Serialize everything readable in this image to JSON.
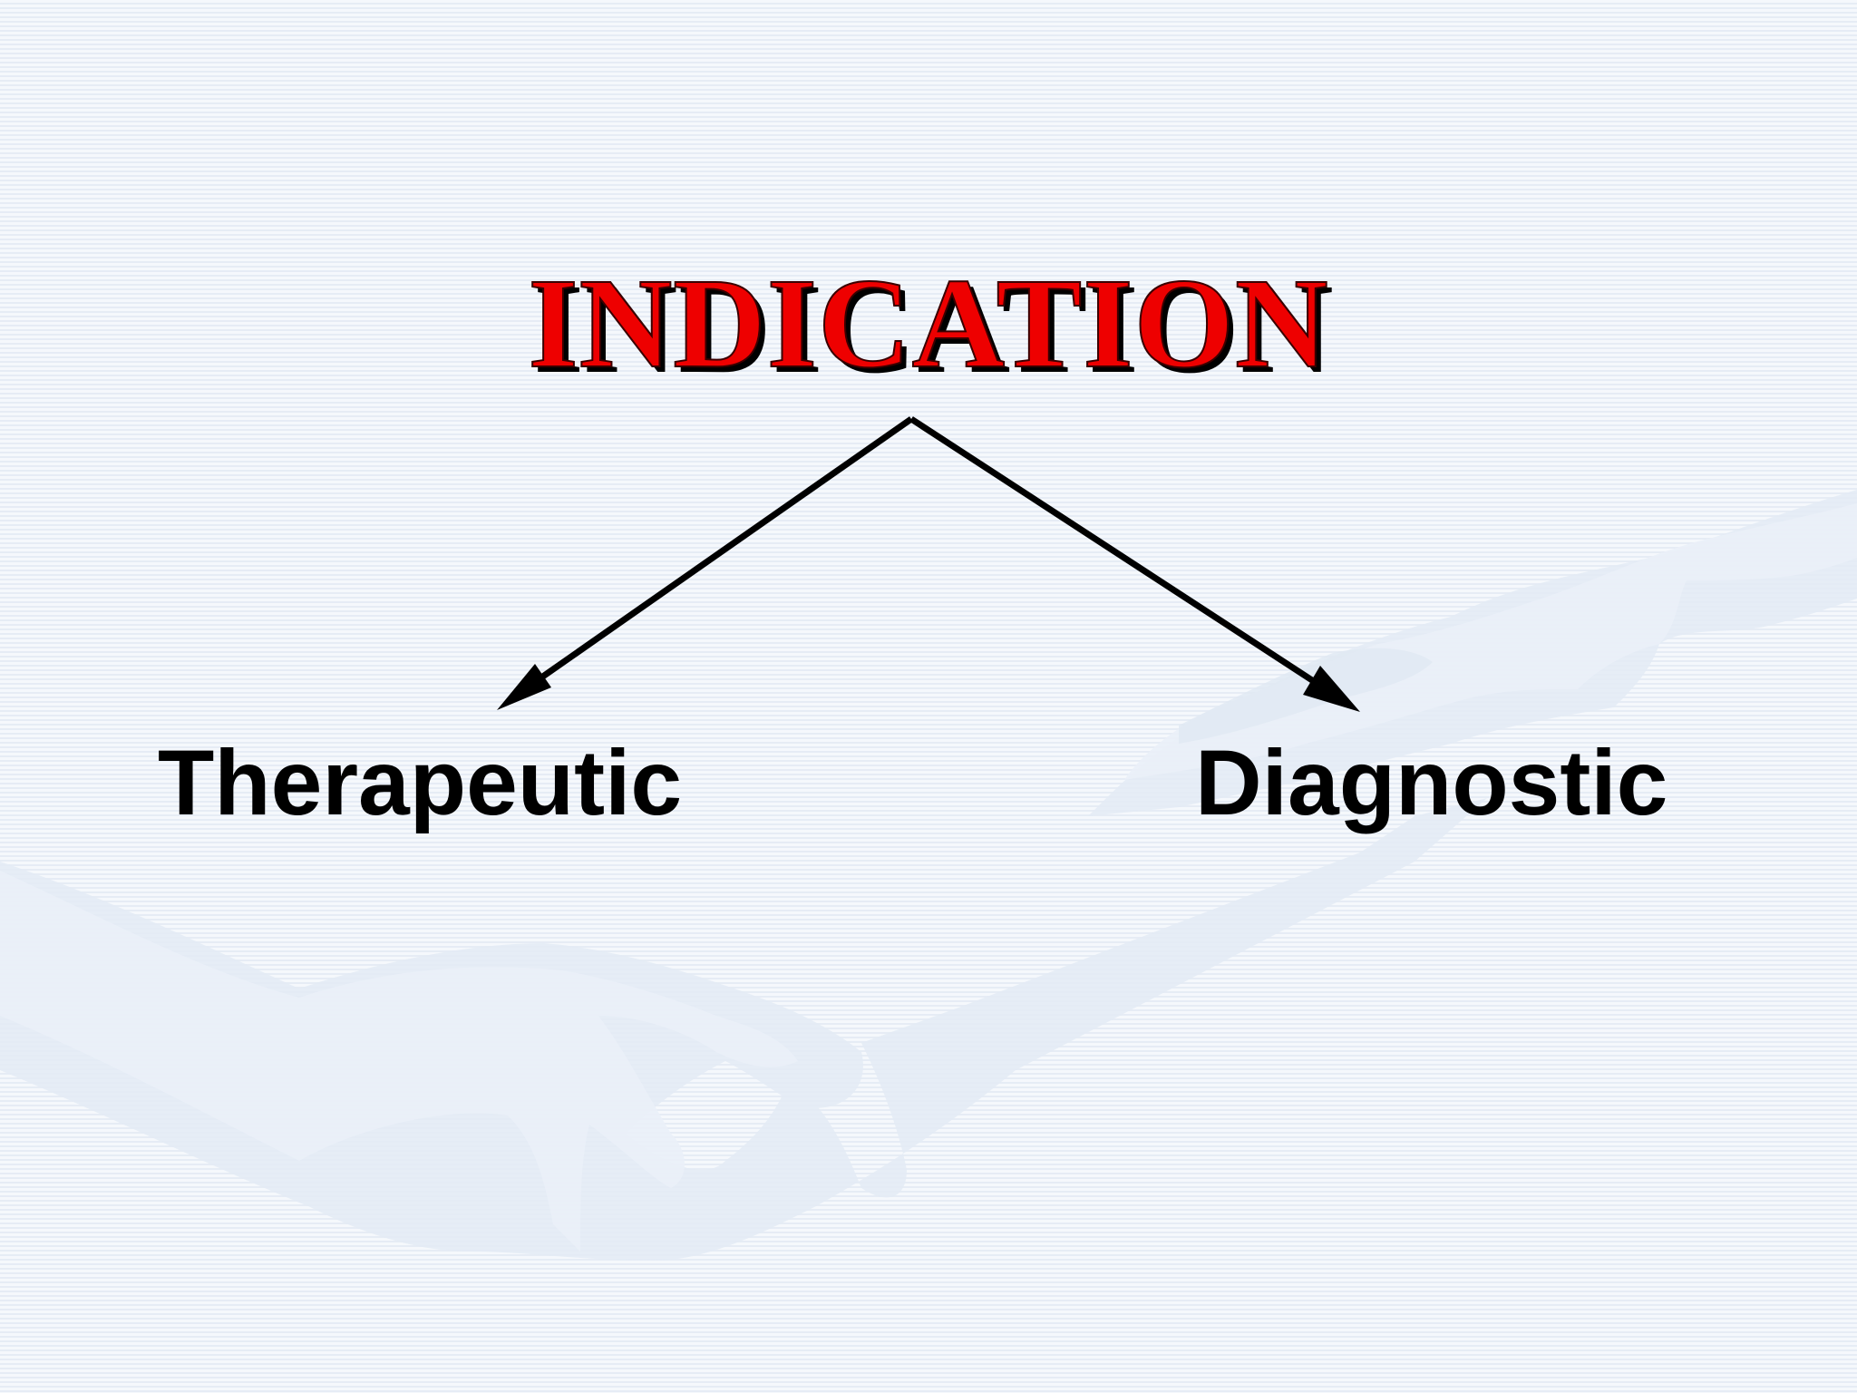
{
  "slide": {
    "title": "INDICATION",
    "branches": [
      {
        "label": "Therapeutic"
      },
      {
        "label": "Diagnostic"
      }
    ]
  },
  "colors": {
    "title_fill": "#ee0000",
    "title_shadow": "#000000",
    "label_text": "#000000",
    "arrow": "#000000",
    "background": "#f1f5fa",
    "background_stripe": "#e6ecf5",
    "hand_silhouette": "#e3ebf5"
  },
  "icons": {
    "background": "hands-reaching-silhouette"
  }
}
